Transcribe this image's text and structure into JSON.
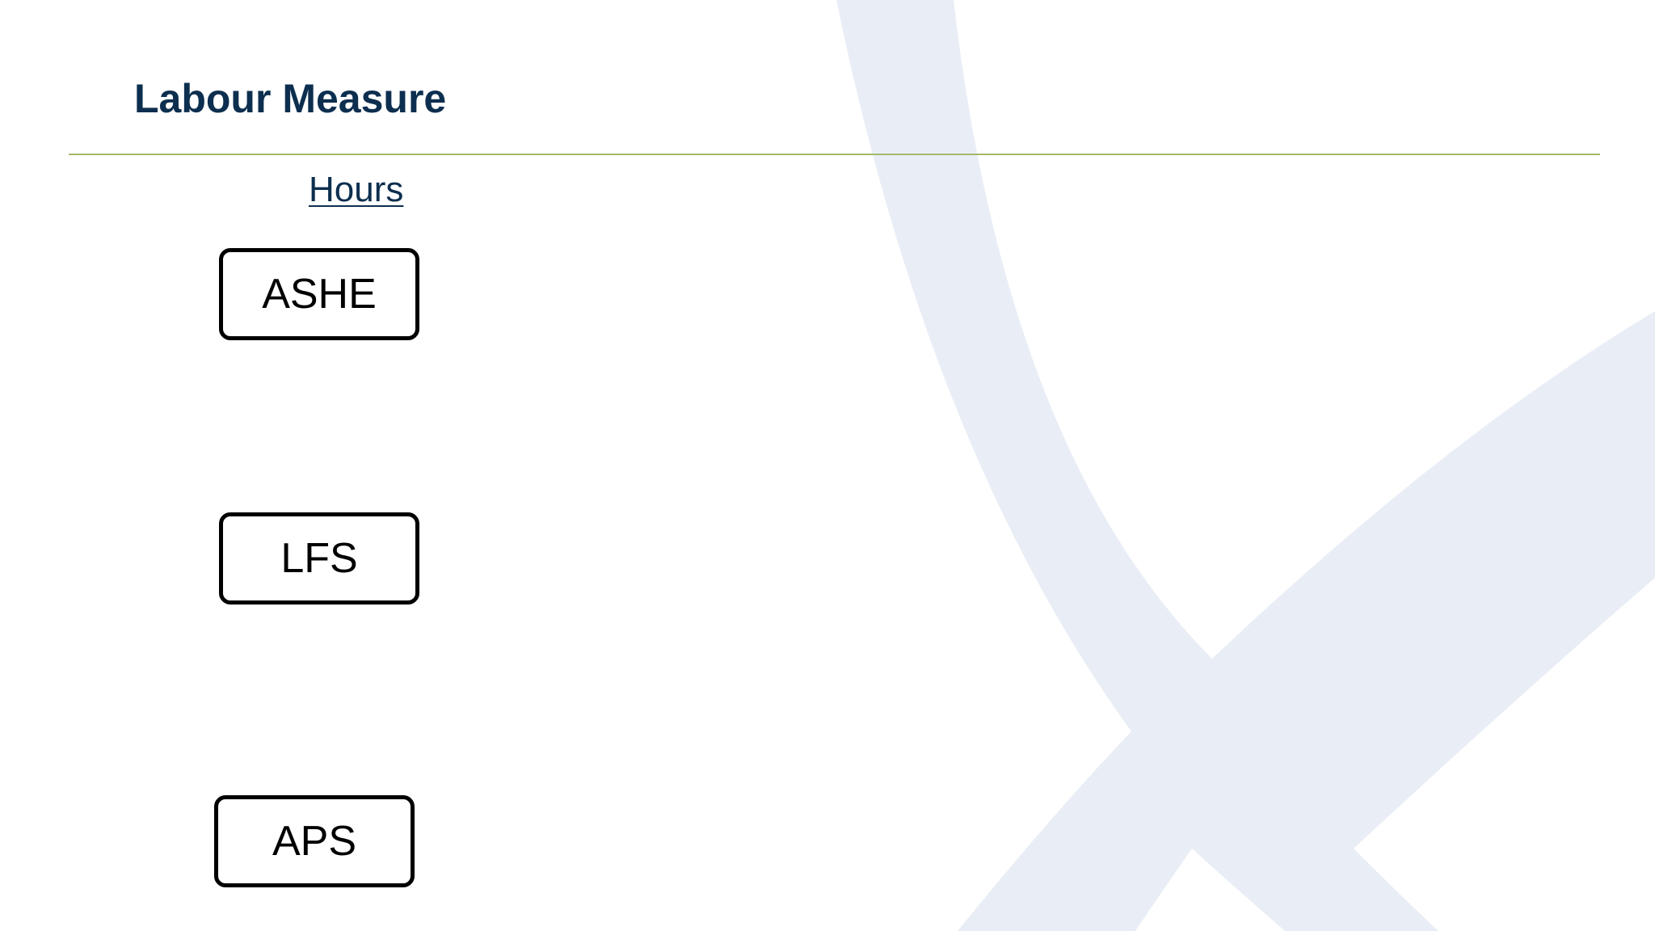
{
  "slide": {
    "title": "Labour Measure",
    "link": "Hours",
    "boxes": [
      "ASHE",
      "LFS",
      "APS"
    ]
  },
  "colors": {
    "title": "#0d2f4f",
    "rule": "#a3b96b",
    "watermark": "#e9eef6",
    "box_border": "#000000"
  }
}
